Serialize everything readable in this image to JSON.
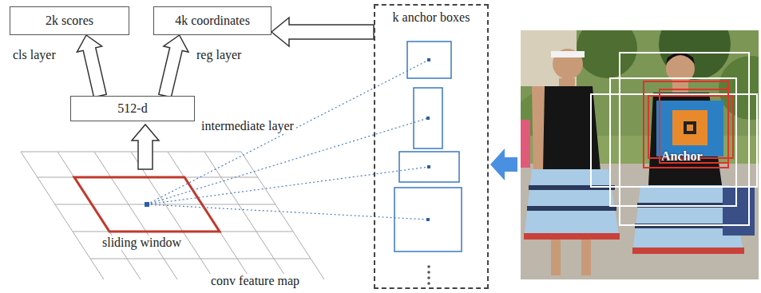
{
  "diagram": {
    "nodes": [
      {
        "text": [
          "2k scores"
        ]
      },
      {
        "text": [
          "4k coordinates"
        ]
      },
      {
        "text": [
          "512-d"
        ]
      },
      {
        "text": [
          "k anchor boxes"
        ]
      }
    ],
    "edges": [
      {
        "from": 2,
        "to": 0,
        "arrow": "to",
        "label": "cls layer"
      },
      {
        "from": 2,
        "to": 1,
        "arrow": "to",
        "label": "reg layer"
      },
      {
        "from": 3,
        "to": 1,
        "arrow": "to"
      }
    ],
    "labels": [
      "intermediate layer",
      "sliding window",
      "conv feature map",
      "Anchor"
    ]
  }
}
